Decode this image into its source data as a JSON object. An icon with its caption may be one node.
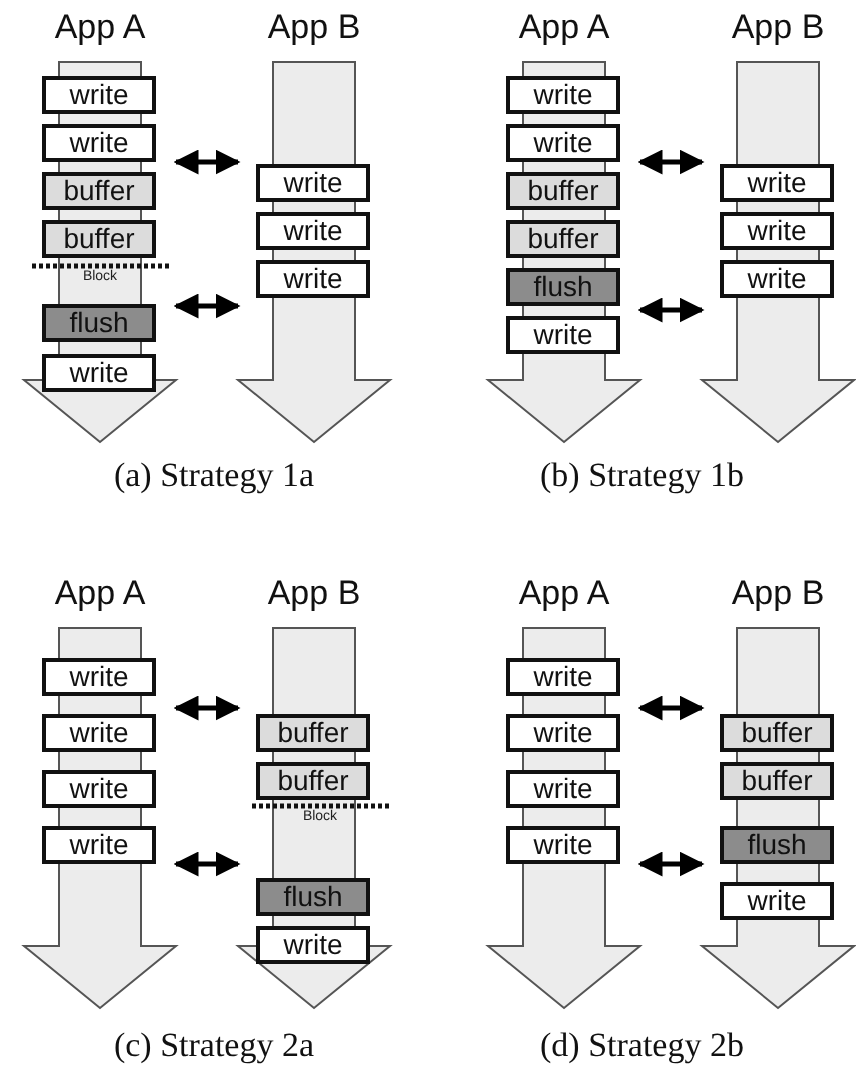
{
  "diagram": {
    "nodes": [
      {
        "text": [
          "App A"
        ]
      },
      {
        "text": [
          "write"
        ],
        "in": 0
      },
      {
        "text": [
          "write"
        ],
        "in": 0
      },
      {
        "text": [
          "buffer"
        ],
        "in": 0
      },
      {
        "text": [
          "buffer"
        ],
        "in": 0
      },
      {
        "text": [
          "flush"
        ],
        "in": 0
      },
      {
        "text": [
          "write"
        ],
        "in": 0
      },
      {
        "text": [
          "App B"
        ]
      },
      {
        "text": [
          "write"
        ],
        "in": 7
      },
      {
        "text": [
          "write"
        ],
        "in": 7
      },
      {
        "text": [
          "write"
        ],
        "in": 7
      },
      {
        "text": [
          "App A"
        ]
      },
      {
        "text": [
          "write"
        ],
        "in": 11
      },
      {
        "text": [
          "write"
        ],
        "in": 11
      },
      {
        "text": [
          "buffer"
        ],
        "in": 11
      },
      {
        "text": [
          "buffer"
        ],
        "in": 11
      },
      {
        "text": [
          "flush"
        ],
        "in": 11
      },
      {
        "text": [
          "write"
        ],
        "in": 11
      },
      {
        "text": [
          "App B"
        ]
      },
      {
        "text": [
          "write"
        ],
        "in": 18
      },
      {
        "text": [
          "write"
        ],
        "in": 18
      },
      {
        "text": [
          "write"
        ],
        "in": 18
      },
      {
        "text": [
          "App A"
        ]
      },
      {
        "text": [
          "write"
        ],
        "in": 22
      },
      {
        "text": [
          "write"
        ],
        "in": 22
      },
      {
        "text": [
          "write"
        ],
        "in": 22
      },
      {
        "text": [
          "write"
        ],
        "in": 22
      },
      {
        "text": [
          "App B"
        ]
      },
      {
        "text": [
          "buffer"
        ],
        "in": 27
      },
      {
        "text": [
          "buffer"
        ],
        "in": 27
      },
      {
        "text": [
          "flush"
        ],
        "in": 27
      },
      {
        "text": [
          "write"
        ],
        "in": 27
      },
      {
        "text": [
          "App A"
        ]
      },
      {
        "text": [
          "write"
        ],
        "in": 32
      },
      {
        "text": [
          "write"
        ],
        "in": 32
      },
      {
        "text": [
          "write"
        ],
        "in": 32
      },
      {
        "text": [
          "write"
        ],
        "in": 32
      },
      {
        "text": [
          "App B"
        ]
      },
      {
        "text": [
          "buffer"
        ],
        "in": 37
      },
      {
        "text": [
          "buffer"
        ],
        "in": 37
      },
      {
        "text": [
          "flush"
        ],
        "in": 37
      },
      {
        "text": [
          "write"
        ],
        "in": 37
      }
    ],
    "edges": [
      {
        "from": 0,
        "to": 7,
        "arrow": "both"
      },
      {
        "from": 0,
        "to": 7,
        "arrow": "both"
      },
      {
        "from": 11,
        "to": 18,
        "arrow": "both"
      },
      {
        "from": 11,
        "to": 18,
        "arrow": "both"
      },
      {
        "from": 22,
        "to": 27,
        "arrow": "both"
      },
      {
        "from": 22,
        "to": 27,
        "arrow": "both"
      },
      {
        "from": 32,
        "to": 37,
        "arrow": "both"
      },
      {
        "from": 32,
        "to": 37,
        "arrow": "both"
      }
    ],
    "labels": [
      "Block",
      "(a) Strategy 1a",
      "(b) Strategy 1b",
      "Block",
      "(c) Strategy 2a",
      "(d) Strategy 2b"
    ]
  }
}
